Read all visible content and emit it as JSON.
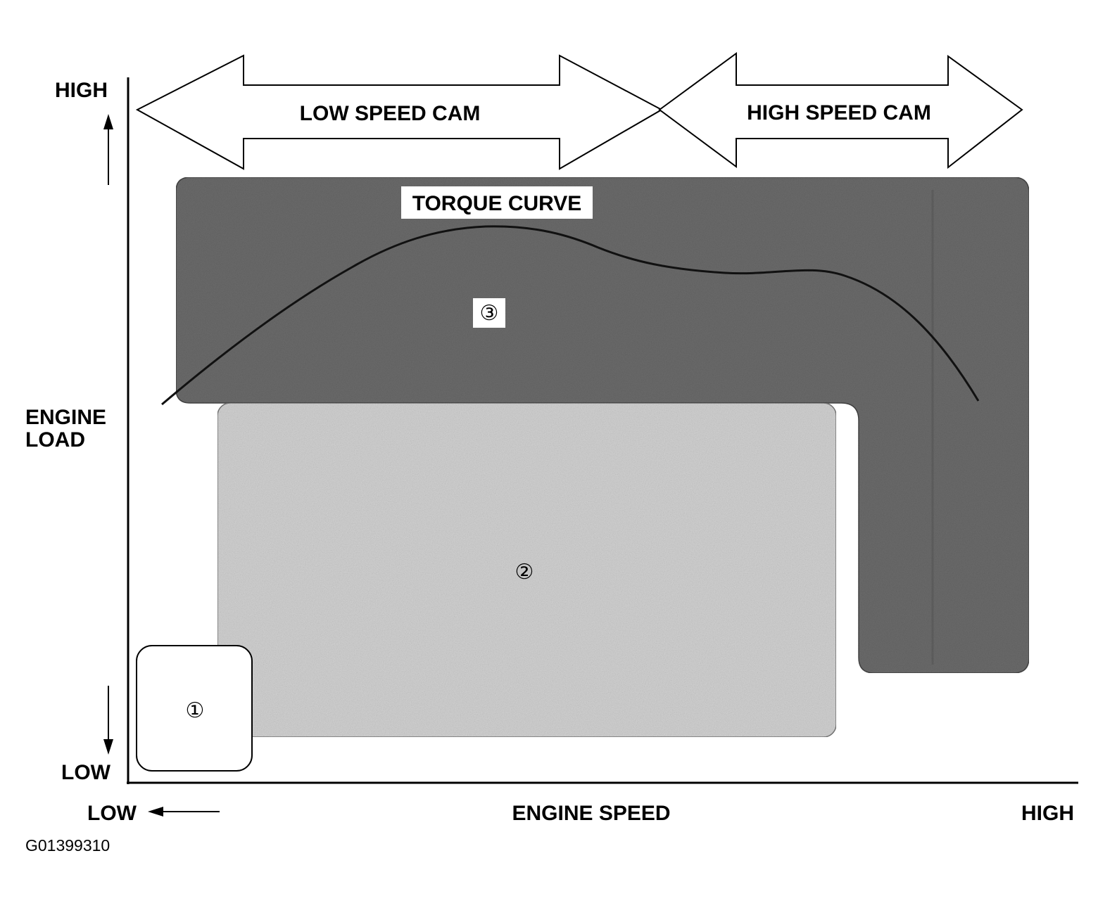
{
  "axes": {
    "y_title_line1": "ENGINE",
    "y_title_line2": "LOAD",
    "y_high": "HIGH",
    "y_low": "LOW",
    "x_title": "ENGINE SPEED",
    "x_low": "LOW",
    "x_high": "HIGH"
  },
  "arrows": {
    "low_speed_cam": "LOW SPEED CAM",
    "high_speed_cam": "HIGH SPEED CAM"
  },
  "curve": {
    "label": "TORQUE CURVE"
  },
  "regions": {
    "region1_label": "①",
    "region2_label": "②",
    "region3_label": "③"
  },
  "figure_id": "G01399310",
  "colors": {
    "region1_fill": "#ffffff",
    "region2_fill": "#d2d2d2",
    "region3_fill": "#6b6b6b",
    "curve": "#111111",
    "ink": "#000000"
  }
}
